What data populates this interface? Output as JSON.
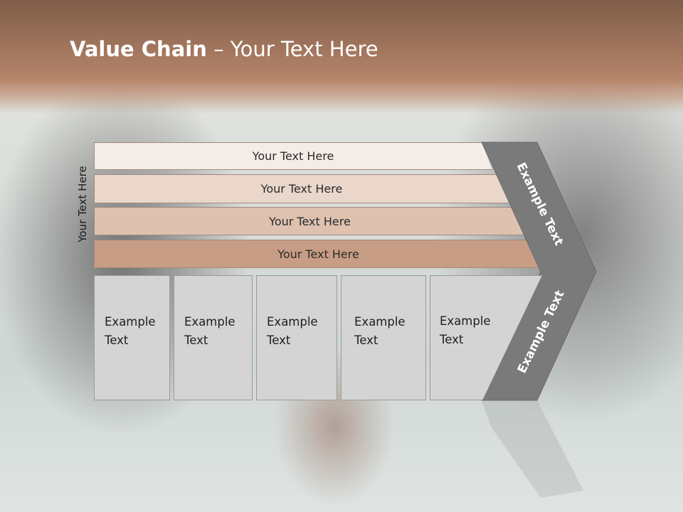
{
  "slide": {
    "title_bold": "Value Chain",
    "title_rest": " – Your Text Here"
  },
  "diagram": {
    "side_label": "Your Text Here",
    "bars": [
      {
        "label": "Your Text Here",
        "color": "#f4ece7"
      },
      {
        "label": "Your Text Here",
        "color": "#ead6cb"
      },
      {
        "label": "Your Text Here",
        "color": "#dfc1b0"
      },
      {
        "label": "Your Text Here",
        "color": "#c89d85"
      }
    ],
    "activities": [
      {
        "line1": "Example",
        "line2": "Text"
      },
      {
        "line1": "Example",
        "line2": "Text"
      },
      {
        "line1": "Example",
        "line2": "Text"
      },
      {
        "line1": "Example",
        "line2": "Text"
      },
      {
        "line1": "Example",
        "line2": "Text"
      }
    ],
    "margin_top": "Example Text",
    "margin_bottom": "Example Text",
    "colors": {
      "chevron": "#7a7a7a",
      "cells": "#d4d4d4"
    }
  }
}
